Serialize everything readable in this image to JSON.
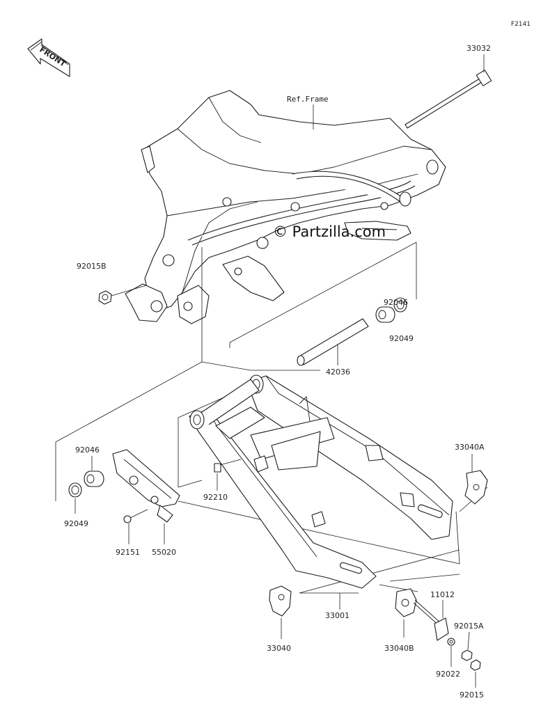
{
  "figure_code": "F2141",
  "front_arrow_label": "FRONT",
  "watermark": "© Partzilla.com",
  "ref_frame_label": "Ref.Frame",
  "callouts": {
    "p33032": "33032",
    "p92015B": "92015B",
    "p92046_top": "92046",
    "p92049_top": "92049",
    "p42036": "42036",
    "p33040A": "33040A",
    "p92046_left": "92046",
    "p92049_left": "92049",
    "p92210": "92210",
    "p92151": "92151",
    "p55020": "55020",
    "p11012": "11012",
    "p92015A": "92015A",
    "p33001": "33001",
    "p33040": "33040",
    "p33040B": "33040B",
    "p92022": "92022",
    "p92015": "92015"
  }
}
